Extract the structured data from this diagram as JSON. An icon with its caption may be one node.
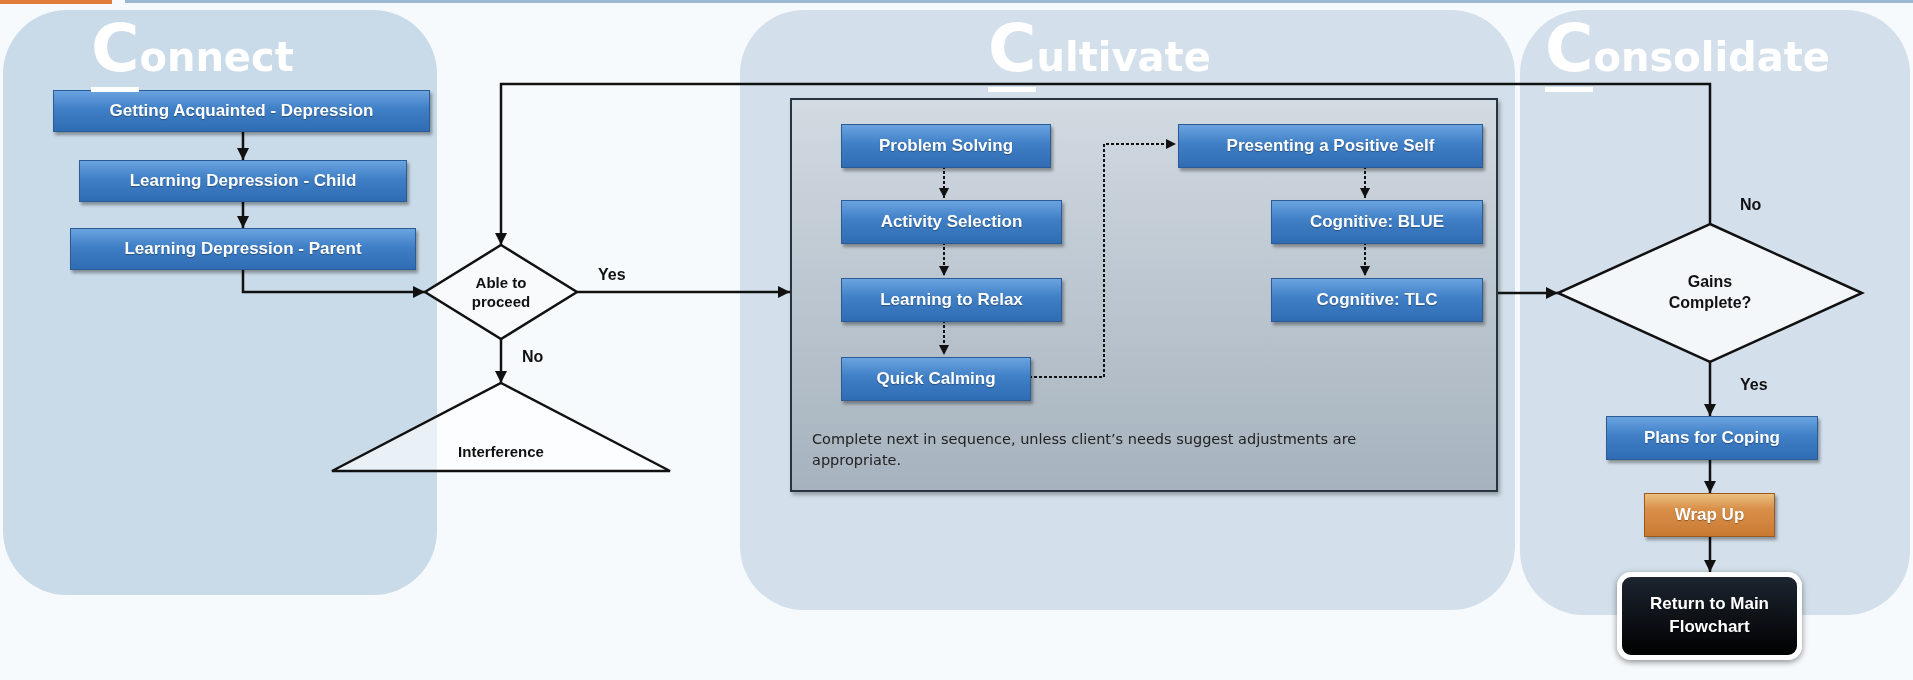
{
  "diagram": {
    "nodes": [
      {
        "text": [
          "Connect"
        ]
      },
      {
        "text": [
          "Getting Acquainted - Depression"
        ],
        "in": 0
      },
      {
        "text": [
          "Learning Depression - Child"
        ],
        "in": 0
      },
      {
        "text": [
          "Learning Depression - Parent"
        ],
        "in": 0
      },
      {
        "text": [
          "Able to proceed"
        ]
      },
      {
        "text": [
          "Interference"
        ]
      },
      {
        "text": [
          "Cultivate"
        ]
      },
      {
        "text": [
          "Complete next in sequence, unless client’s needs suggest adjustments are appropriate."
        ],
        "in": 6
      },
      {
        "text": [
          "Problem Solving"
        ],
        "in": 7
      },
      {
        "text": [
          "Activity Selection"
        ],
        "in": 7
      },
      {
        "text": [
          "Learning to Relax"
        ],
        "in": 7
      },
      {
        "text": [
          "Quick Calming"
        ],
        "in": 7
      },
      {
        "text": [
          "Presenting a Positive Self"
        ],
        "in": 7
      },
      {
        "text": [
          "Cognitive: BLUE"
        ],
        "in": 7
      },
      {
        "text": [
          "Cognitive: TLC"
        ],
        "in": 7
      },
      {
        "text": [
          "Consolidate"
        ]
      },
      {
        "text": [
          "Gains Complete?"
        ],
        "in": 15
      },
      {
        "text": [
          "Plans for Coping"
        ],
        "in": 15
      },
      {
        "text": [
          "Wrap Up"
        ],
        "in": 15
      },
      {
        "text": [
          "Return to Main Flowchart"
        ]
      }
    ],
    "edges": [
      {
        "from": 1,
        "to": 2,
        "arrow": "to"
      },
      {
        "from": 2,
        "to": 3,
        "arrow": "to"
      },
      {
        "from": 3,
        "to": 4,
        "arrow": "to"
      },
      {
        "from": 4,
        "to": 7,
        "arrow": "to",
        "label": "Yes"
      },
      {
        "from": 4,
        "to": 5,
        "arrow": "to",
        "label": "No"
      },
      {
        "from": 8,
        "to": 9,
        "arrow": "to",
        "style": "dashed"
      },
      {
        "from": 9,
        "to": 10,
        "arrow": "to",
        "style": "dashed"
      },
      {
        "from": 10,
        "to": 11,
        "arrow": "to",
        "style": "dashed"
      },
      {
        "from": 11,
        "to": 12,
        "arrow": "to",
        "style": "dashed"
      },
      {
        "from": 12,
        "to": 13,
        "arrow": "to",
        "style": "dashed"
      },
      {
        "from": 13,
        "to": 14,
        "arrow": "to",
        "style": "dashed"
      },
      {
        "from": 7,
        "to": 16,
        "arrow": "to"
      },
      {
        "from": 16,
        "to": 4,
        "arrow": "to",
        "label": "No"
      },
      {
        "from": 16,
        "to": 17,
        "arrow": "to",
        "label": "Yes"
      },
      {
        "from": 17,
        "to": 18,
        "arrow": "to"
      },
      {
        "from": 18,
        "to": 19,
        "arrow": "to"
      }
    ]
  }
}
